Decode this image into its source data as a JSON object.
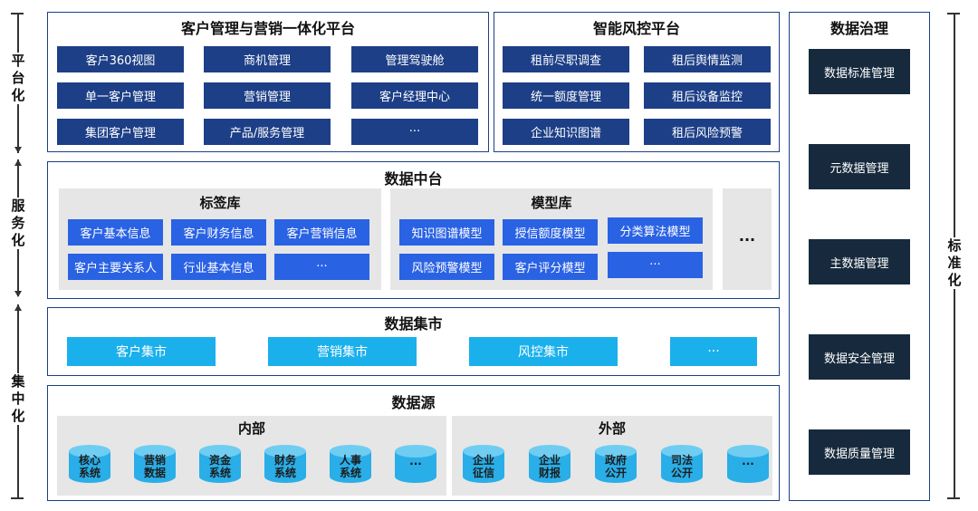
{
  "left_axis": {
    "labels": [
      {
        "text": "平\n台\n化"
      },
      {
        "text": "服\n务\n化"
      },
      {
        "text": "集\n中\n化"
      }
    ]
  },
  "right_axis": {
    "text": "标\n准\n化"
  },
  "crm": {
    "title": "客户管理与营销一体化平台",
    "buttons": [
      "客户360视图",
      "商机管理",
      "管理驾驶舱",
      "单一客户管理",
      "营销管理",
      "客户经理中心",
      "集团客户管理",
      "产品/服务管理",
      "···"
    ]
  },
  "risk": {
    "title": "智能风控平台",
    "buttons": [
      "租前尽职调查",
      "租后舆情监测",
      "统一额度管理",
      "租后设备监控",
      "企业知识图谱",
      "租后风险预警"
    ]
  },
  "middle": {
    "title": "数据中台",
    "tag_lib": {
      "title": "标签库",
      "buttons": [
        "客户基本信息",
        "客户财务信息",
        "客户营销信息",
        "客户主要关系人",
        "行业基本信息",
        "···"
      ]
    },
    "model_lib": {
      "title": "模型库",
      "buttons": [
        "知识图谱模型",
        "授信额度模型",
        "分类算法模型",
        "风险预警模型",
        "客户评分模型",
        "···"
      ]
    },
    "more": "···"
  },
  "mart": {
    "title": "数据集市",
    "buttons": [
      "客户集市",
      "营销集市",
      "风控集市",
      "···"
    ]
  },
  "source": {
    "title": "数据源",
    "internal": {
      "title": "内部",
      "items": [
        "核心\n系统",
        "营销\n数据",
        "资金\n系统",
        "财务\n系统",
        "人事\n系统",
        "···"
      ]
    },
    "external": {
      "title": "外部",
      "items": [
        "企业\n征信",
        "企业\n财报",
        "政府\n公开",
        "司法\n公开",
        "···"
      ]
    }
  },
  "governance": {
    "title": "数据治理",
    "buttons": [
      "数据标准管理",
      "元数据管理",
      "主数据管理",
      "数据安全管理",
      "数据质量管理"
    ]
  },
  "colors": {
    "border": "#1d3f87",
    "dark_button": "#1d3f87",
    "blue_button": "#2a62e4",
    "cyan_button": "#1ab0ec",
    "navy_button": "#172a3d",
    "grey_area": "#e6e6e6",
    "cylinder": "#29aee8"
  }
}
